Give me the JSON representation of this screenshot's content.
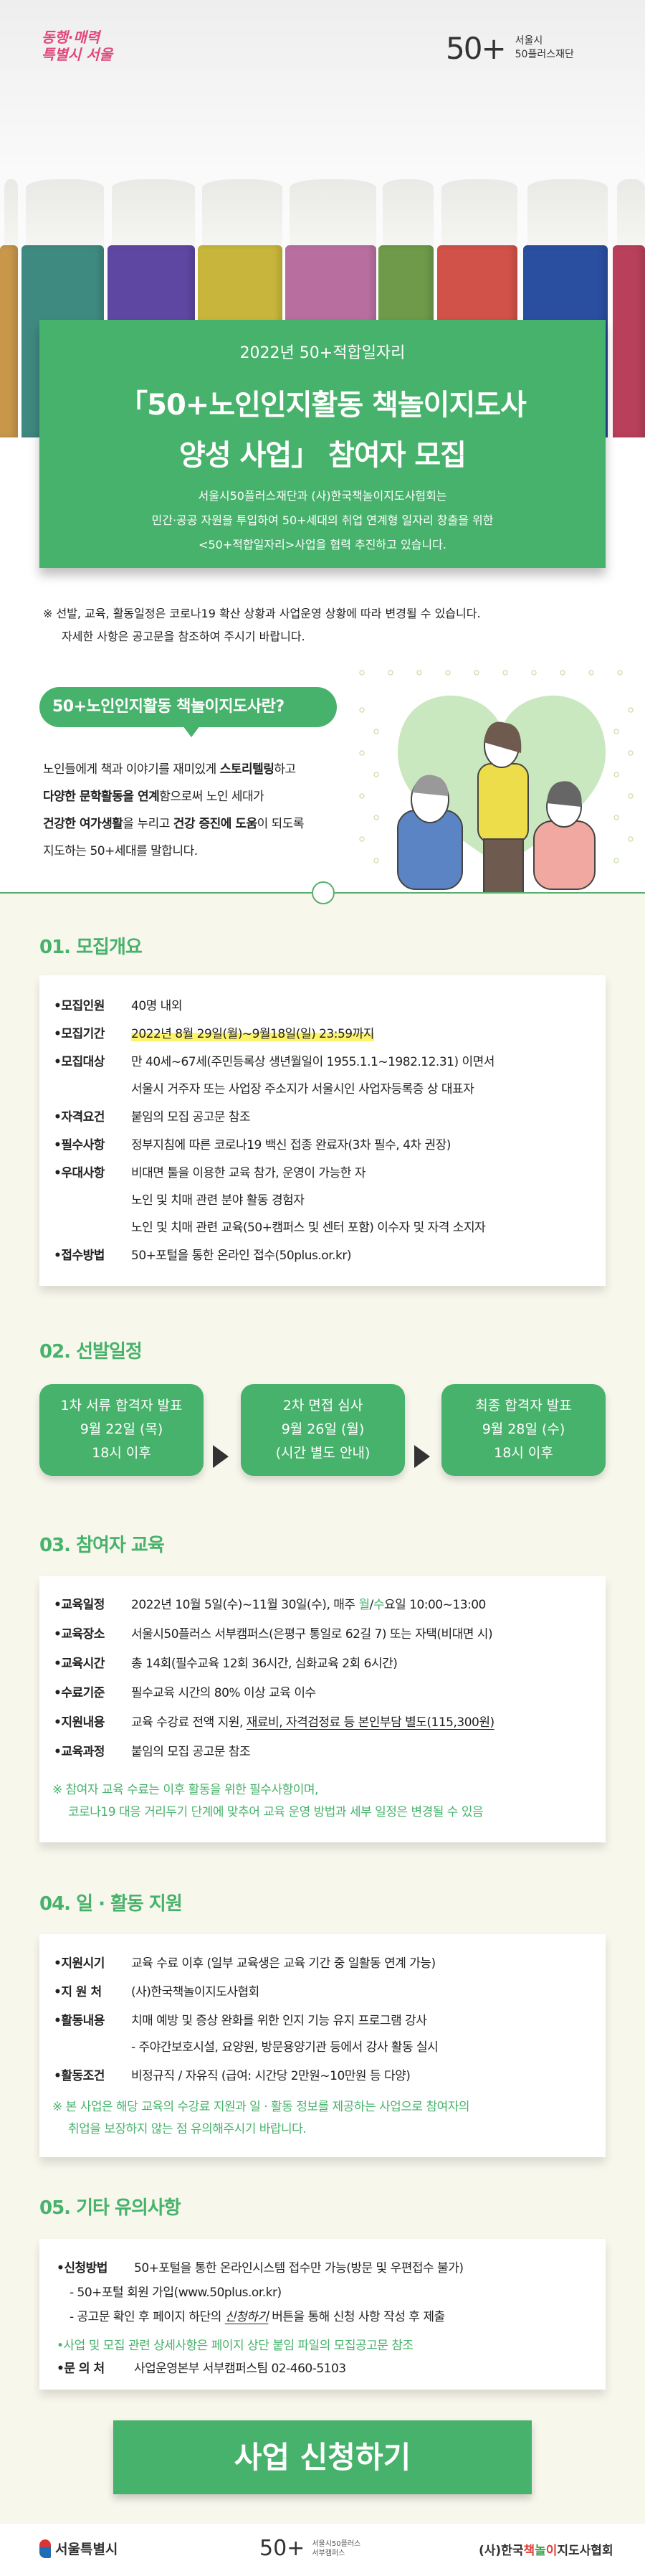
{
  "header": {
    "left_logo": "동행·매력 특별시 서울",
    "right_logo": {
      "mark": "50+",
      "line1": "서울시",
      "line2": "50플러스재단"
    }
  },
  "colors": {
    "brand_green": "#47b26b",
    "highlight": "#fdf36a",
    "background": "#f8f7ec"
  },
  "hero": {
    "subtitle": "2022년 50+적합일자리",
    "title_line1": "「50+노인인지활동 책놀이지도사",
    "title_line2": "양성 사업」 참여자 모집",
    "desc": [
      "서울시50플러스재단과 (사)한국책놀이지도사협회는",
      "민간·공공 자원을 투입하여  50+세대의 취업 연계형 일자리 창출을 위한",
      "<50+적합일자리>사업을 협력 추진하고 있습니다."
    ]
  },
  "notice": [
    "※ 선발, 교육, 활동일정은 코로나19 확산 상황과 사업운영 상황에 따라 변경될 수 있습니다.",
    "자세한 사항은 공고문을 참조하여 주시기 바랍니다."
  ],
  "intro": {
    "bubble": "50+노인인지활동 책놀이지도사란?",
    "lines": [
      [
        {
          "t": "노인들에게 책과 이야기를 재미있게 "
        },
        {
          "t": "스토리텔링",
          "b": true
        },
        {
          "t": "하고"
        }
      ],
      [
        {
          "t": "다양한 문학활동을 연계",
          "b": true
        },
        {
          "t": "함으로써 노인 세대가"
        }
      ],
      [
        {
          "t": "건강한 여가생활",
          "b": true
        },
        {
          "t": "을 누리고 "
        },
        {
          "t": "건강 증진에 도움",
          "b": true
        },
        {
          "t": "이 되도록"
        }
      ],
      [
        {
          "t": "지도하는 50+세대를 말합니다."
        }
      ]
    ]
  },
  "sections": {
    "s1": {
      "title": "01. 모집개요",
      "rows": [
        {
          "label": "•모집인원",
          "lines": [
            [
              {
                "t": "40명 내외"
              }
            ]
          ]
        },
        {
          "label": "•모집기간",
          "lines": [
            [
              {
                "t": "2022년 8월 29일(월)~9월18일(일) 23:59까지",
                "s": "hl"
              }
            ]
          ]
        },
        {
          "label": "•모집대상",
          "lines": [
            [
              {
                "t": "만 40세~67세(주민등록상 생년월일이 1955.1.1~1982.12.31) 이면서"
              }
            ],
            [
              {
                "t": "서울시 거주자 또는 사업장 주소지가 서울시인 사업자등록증 상 대표자"
              }
            ]
          ]
        },
        {
          "label": "•자격요건",
          "lines": [
            [
              {
                "t": "붙임의 모집 공고문 참조"
              }
            ]
          ]
        },
        {
          "label": "•필수사항",
          "lines": [
            [
              {
                "t": "정부지침에 따른 코로나19 백신 접종 완료자(3차 필수, 4차 권장)"
              }
            ]
          ]
        },
        {
          "label": "•우대사항",
          "lines": [
            [
              {
                "t": "비대면 툴을 이용한 교육 참가, 운영이 가능한 자"
              }
            ],
            [
              {
                "t": "노인 및 치매 관련 분야 활동 경험자"
              }
            ],
            [
              {
                "t": "노인 및 치매 관련 교육(50+캠퍼스 및 센터 포함) 이수자 및 자격 소지자"
              }
            ]
          ]
        },
        {
          "label": "•접수방법",
          "lines": [
            [
              {
                "t": "50+포털을 통한 온라인 접수(50plus.or.kr)"
              }
            ]
          ]
        }
      ]
    },
    "s2": {
      "title": "02. 선발일정",
      "steps": [
        [
          "1차 서류 합격자 발표",
          "9월 22일 (목)",
          "18시 이후"
        ],
        [
          "2차 면접 심사",
          "9월 26일 (월)",
          "(시간 별도 안내)"
        ],
        [
          "최종 합격자 발표",
          "9월 28일 (수)",
          "18시 이후"
        ]
      ]
    },
    "s3": {
      "title": "03. 참여자 교육",
      "rows": [
        {
          "label": "•교육일정",
          "lines": [
            [
              {
                "t": "2022년 10월 5일(수)~11월 30일(수), 매주 "
              },
              {
                "t": "월",
                "s": "g"
              },
              {
                "t": "/"
              },
              {
                "t": "수",
                "s": "g"
              },
              {
                "t": "요일 10:00~13:00"
              }
            ]
          ]
        },
        {
          "label": "•교육장소",
          "lines": [
            [
              {
                "t": "서울시50플러스 서부캠퍼스(은평구 통일로 62길 7) 또는 자택(비대면 시)"
              }
            ]
          ]
        },
        {
          "label": "•교육시간",
          "lines": [
            [
              {
                "t": "총 14회(필수교육 12회 36시간, 심화교육 2회 6시간)"
              }
            ]
          ]
        },
        {
          "label": "•수료기준",
          "lines": [
            [
              {
                "t": "필수교육 시간의 80% 이상 교육 이수"
              }
            ]
          ]
        },
        {
          "label": "•지원내용",
          "lines": [
            [
              {
                "t": "교육 수강료 전액 지원, "
              },
              {
                "t": "재료비, 자격검정료 등 본인부담 별도(115,300원)",
                "s": "ul"
              }
            ]
          ]
        },
        {
          "label": "•교육과정",
          "lines": [
            [
              {
                "t": "붙임의 모집 공고문 참조"
              }
            ]
          ]
        }
      ],
      "note": [
        "※ 참여자 교육 수료는 이후 활동을 위한 필수사항이며,",
        "코로나19 대응 거리두기 단계에 맞추어 교육 운영 방법과 세부 일정은 변경될 수 있음"
      ]
    },
    "s4": {
      "title": "04. 일 · 활동 지원",
      "rows": [
        {
          "label": "•지원시기",
          "lines": [
            [
              {
                "t": "교육 수료 이후 (일부 교육생은 교육 기간 중 일활동 연계 가능)"
              }
            ]
          ]
        },
        {
          "label": "•지 원 처",
          "lines": [
            [
              {
                "t": "(사)한국책놀이지도사협회"
              }
            ]
          ]
        },
        {
          "label": "•활동내용",
          "lines": [
            [
              {
                "t": " 치매 예방 및 증상 완화를 위한 인지 기능 유지 프로그램 강사"
              }
            ],
            [
              {
                "t": "- 주야간보호시설, 요양원, 방문용양기관 등에서 강사 활동 실시"
              }
            ]
          ]
        },
        {
          "label": "•활동조건",
          "lines": [
            [
              {
                "t": "비정규직 / 자유직  (급여: 시간당 2만원~10만원 등 다양)"
              }
            ]
          ]
        }
      ],
      "note": [
        "※ 본 사업은 해당 교육의 수강료 지원과 일 · 활동 정보를 제공하는 사업으로 참여자의",
        "취업을 보장하지 않는 점 유의해주시기 바랍니다."
      ]
    },
    "s5": {
      "title": "05. 기타 유의사항",
      "method_label": "•신청방법",
      "method_value": "50+포털을 통한 온라인시스템 접수만 가능(방문 및 우편접수 불가)",
      "sub1": "- 50+포털 회원 가입(www.50plus.or.kr)",
      "sub2_a": "- 공고문 확인 후 페이지 하단의 ",
      "sub2_link": "신청하기",
      "sub2_b": " 버튼을 통해 신청 사항 작성 후 제출",
      "detail": "•사업 및 모집 관련 상세사항은 페이지 상단 붙임 파일의 모집공고문 참조",
      "contact_label": "•문 의 처",
      "contact_value": "사업운영본부 서부캠퍼스팀  02-460-5103"
    }
  },
  "apply_button": "사업 신청하기",
  "footer": {
    "seoul": "서울특별시",
    "campus_mark": "50+",
    "campus_line1": "서울시50플러스",
    "campus_line2": "서부캠퍼스",
    "assoc_a": "(사)한국",
    "assoc_b": "책",
    "assoc_c": "놀",
    "assoc_d": "이",
    "assoc_e": "지도사협회"
  }
}
